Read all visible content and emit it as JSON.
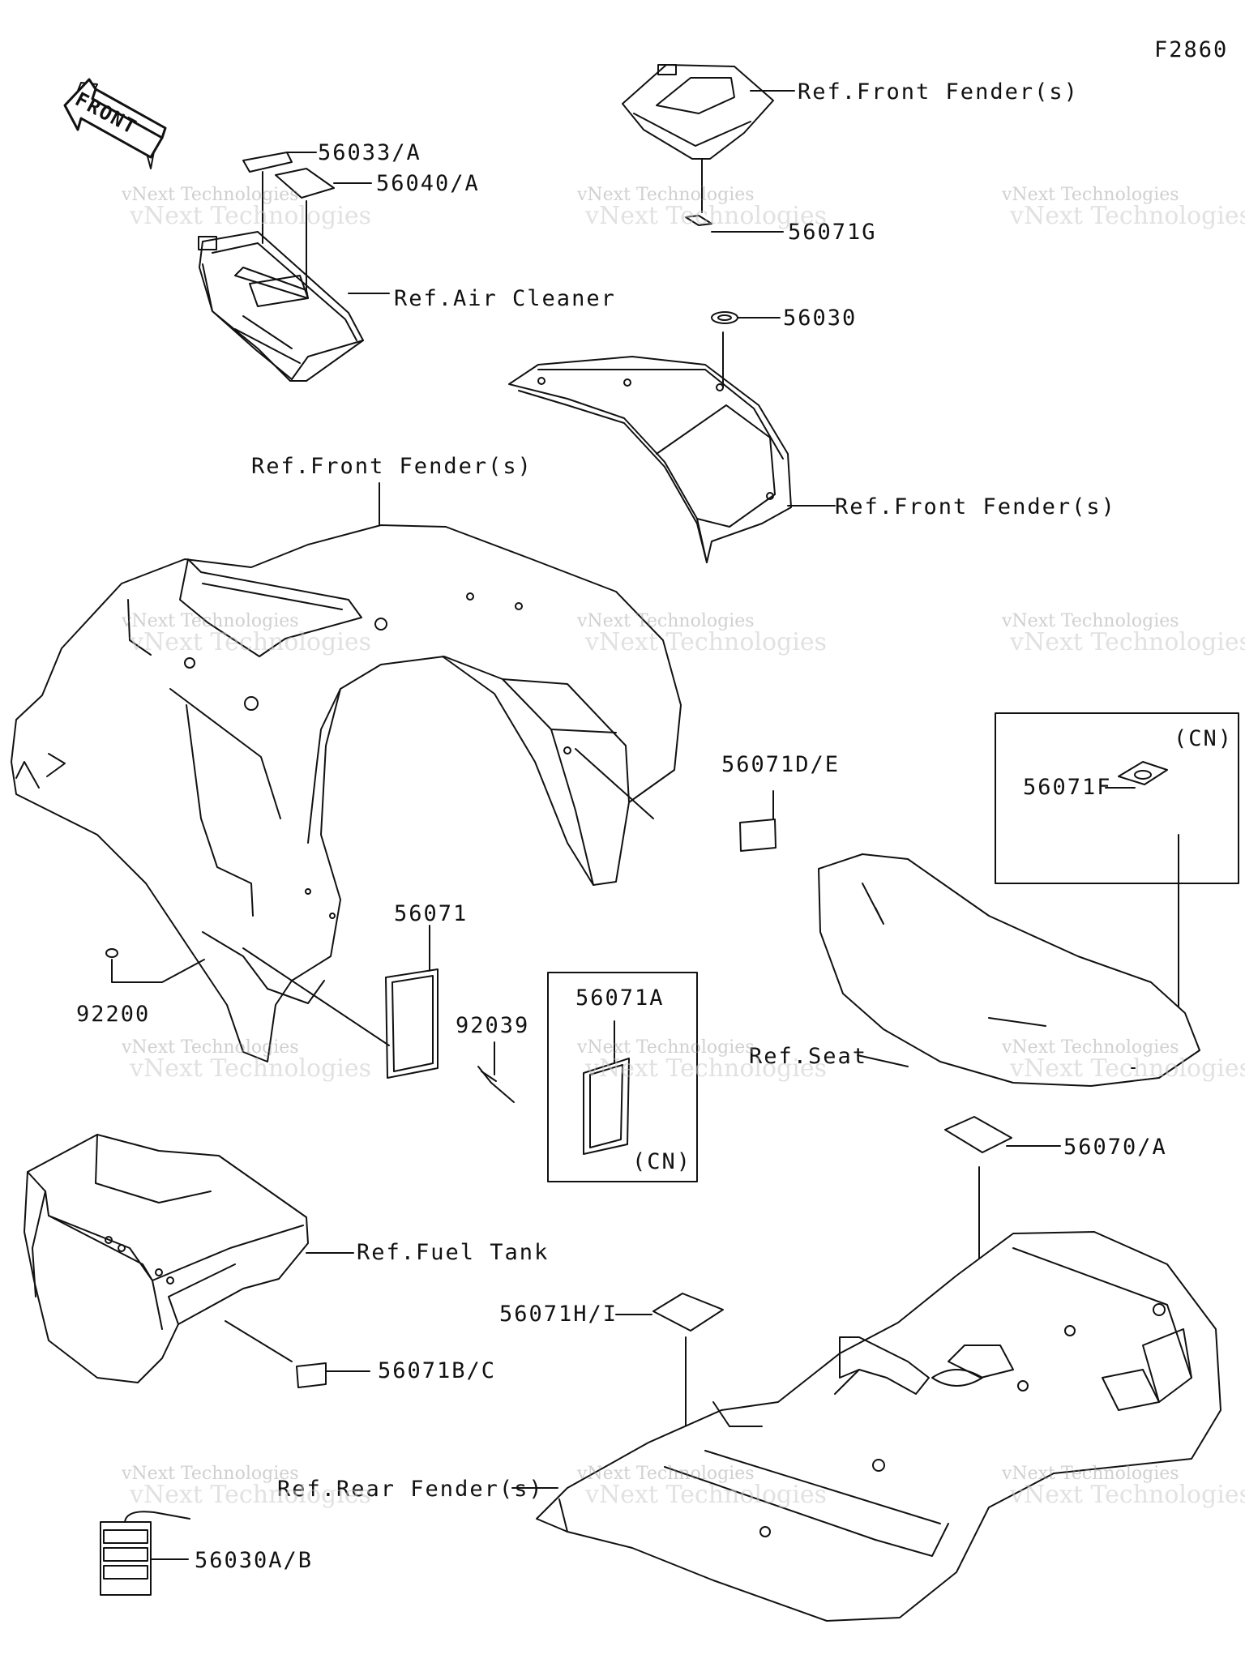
{
  "figure_id": "F2860",
  "front_arrow_label": "FRONT",
  "labels": {
    "p56033a": "56033/A",
    "p56040a": "56040/A",
    "ref_air_cleaner": "Ref.Air Cleaner",
    "ref_front_fender_top": "Ref.Front Fender(s)",
    "p56071g": "56071G",
    "p56030": "56030",
    "ref_front_fender_mid": "Ref.Front Fender(s)",
    "ref_front_fender_main": "Ref.Front Fender(s)",
    "cn_top": "(CN)",
    "p56071f": "56071F",
    "p56071de": "56071D/E",
    "p56071": "56071",
    "p92200": "92200",
    "p92039": "92039",
    "p56071a": "56071A",
    "cn_bottom": "(CN)",
    "ref_seat": "Ref.Seat",
    "p56070a": "56070/A",
    "ref_fuel_tank": "Ref.Fuel Tank",
    "p56071hi": "56071H/I",
    "p56071bc": "56071B/C",
    "ref_rear_fender": "Ref.Rear Fender(s)",
    "p56030ab": "56030A/B"
  },
  "watermark": {
    "line1": "vNext Technologies",
    "line2": "vNext Technologies"
  }
}
